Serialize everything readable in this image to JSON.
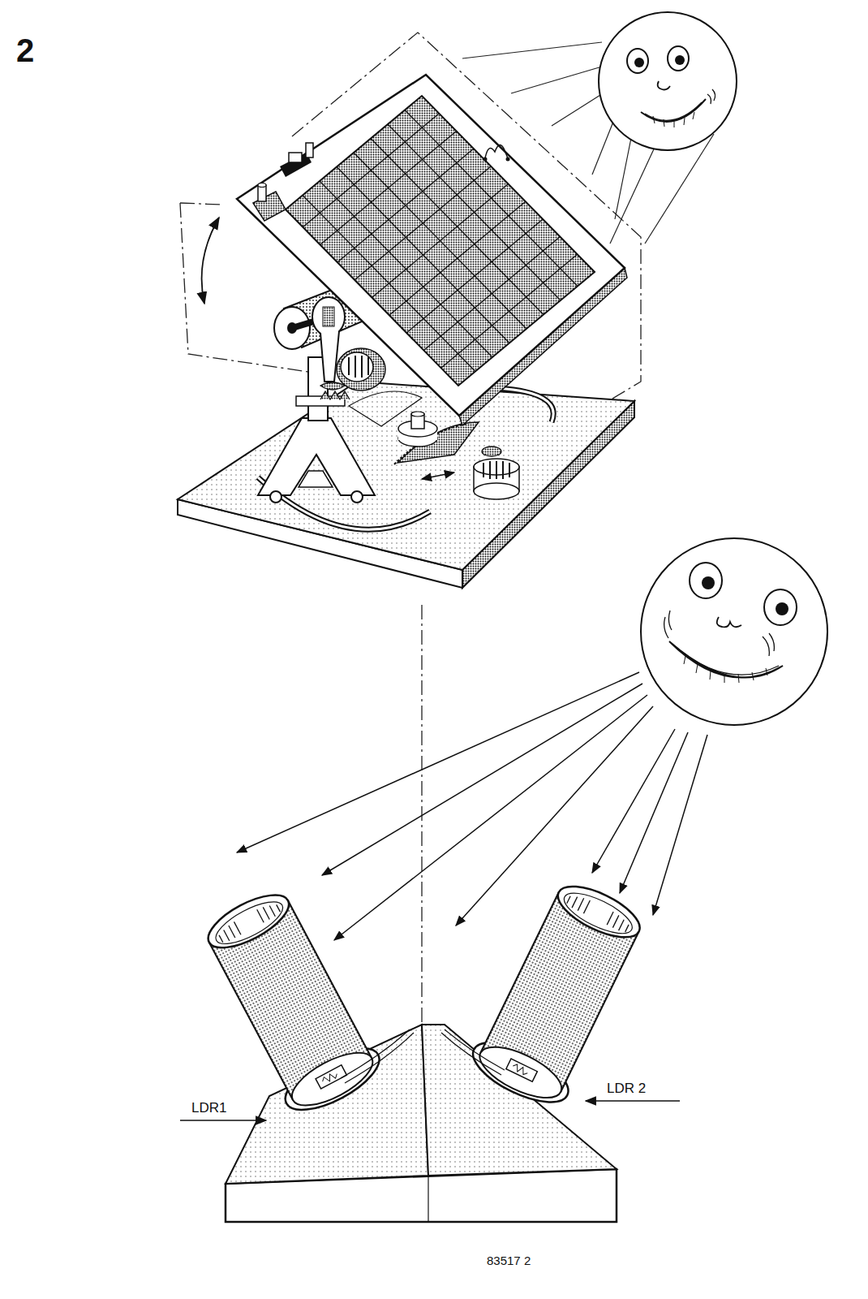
{
  "diagram": {
    "labels": [
      "2",
      "LDR1",
      "LDR 2",
      "83517 2"
    ]
  }
}
